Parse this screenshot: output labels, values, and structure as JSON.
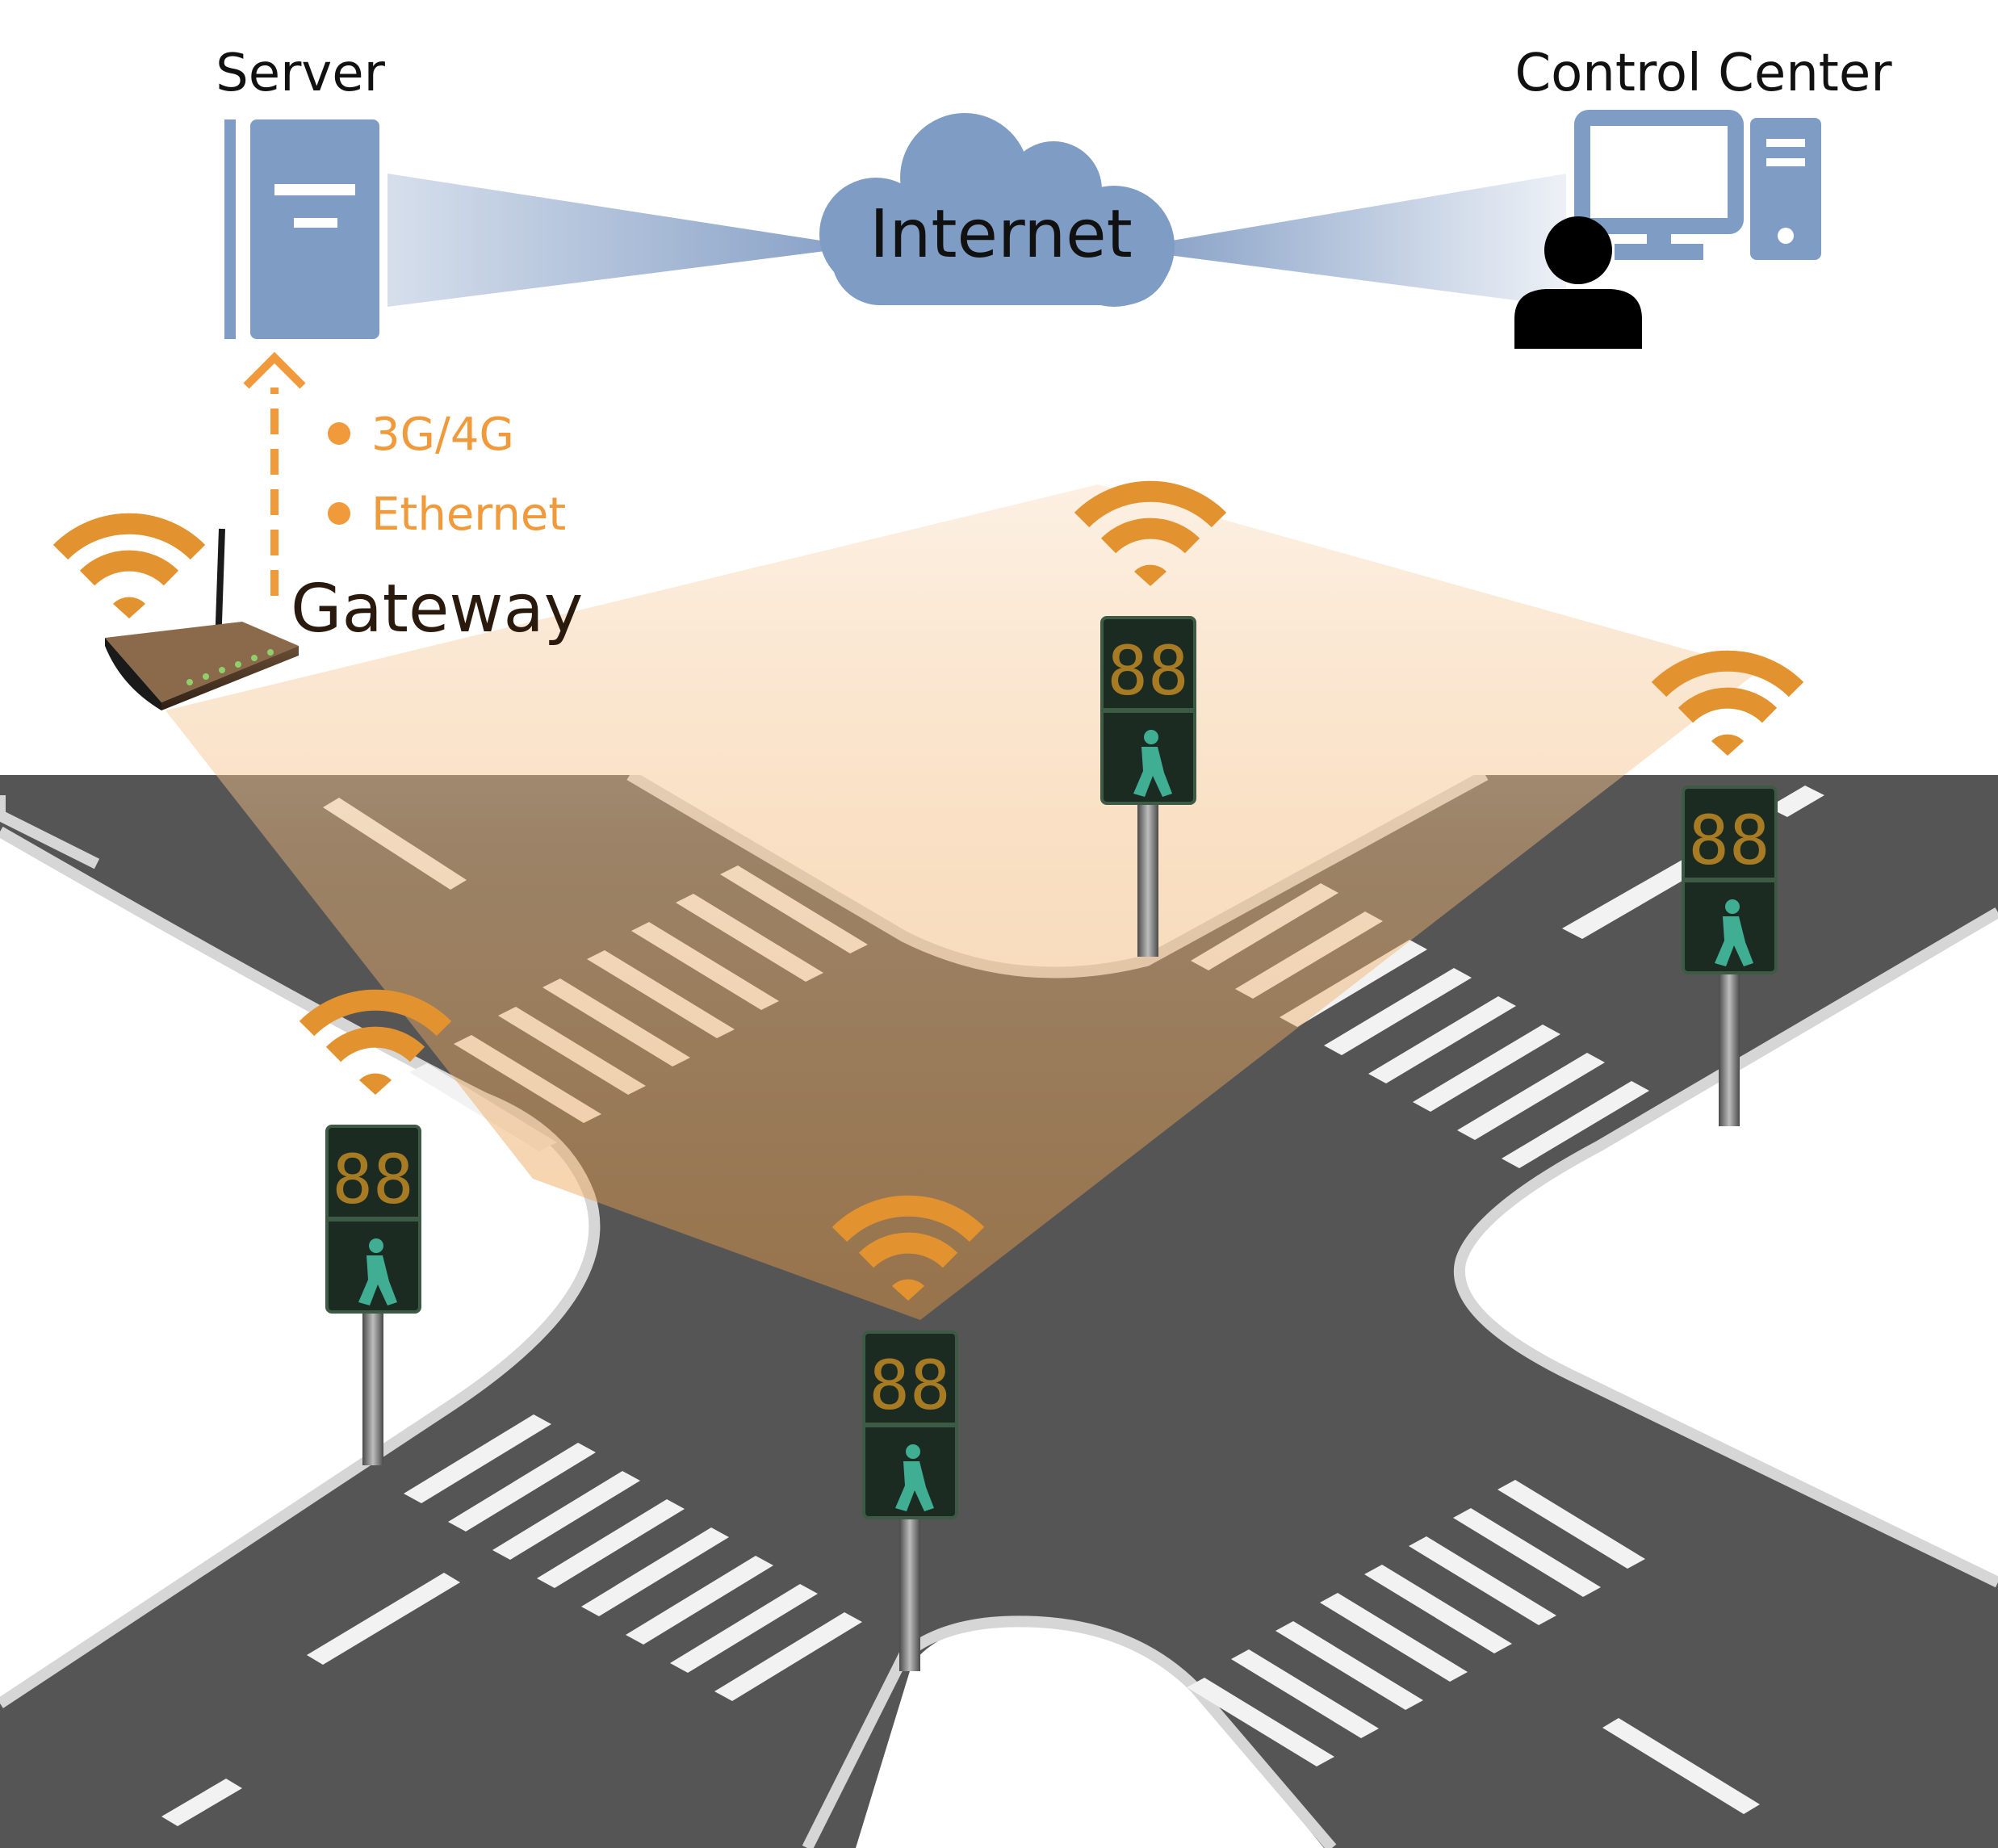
{
  "labels": {
    "server": "Server",
    "control_center": "Control Center",
    "internet": "Internet",
    "gateway": "Gateway",
    "links": [
      "3G/4G",
      "Ethernet"
    ],
    "signal_digits": "88"
  },
  "icons": {
    "server": "server-icon",
    "cloud": "cloud-icon",
    "computer": "desktop-computer-icon",
    "user": "user-icon",
    "router": "router-icon",
    "wifi": "wifi-icon",
    "signal": "pedestrian-signal-icon",
    "uplink_arrow": "dashed-arrow-up-icon"
  },
  "colors": {
    "blue": "#7f9dc4",
    "orange": "#f09a3c",
    "road": "#585858",
    "road_edge": "#cfcfcf",
    "signal_housing": "#1c2b22",
    "signal_digits": "#c08a25",
    "signal_figure": "#3fae93"
  }
}
